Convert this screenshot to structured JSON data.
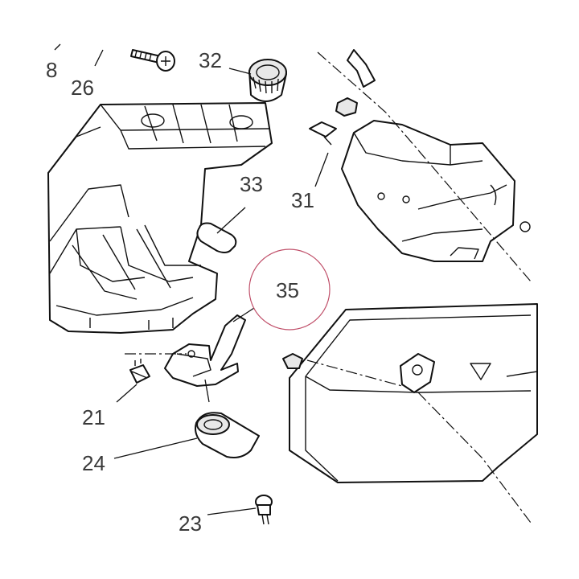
{
  "callouts": {
    "c8": "8",
    "c26": "26",
    "c32": "32",
    "c33": "33",
    "c31": "31",
    "c35": "35",
    "c21": "21",
    "c24": "24",
    "c23": "23"
  },
  "highlight": {
    "part": "35",
    "color": "#c0506a"
  },
  "colors": {
    "line": "#111111",
    "label": "#3a3a3a"
  }
}
